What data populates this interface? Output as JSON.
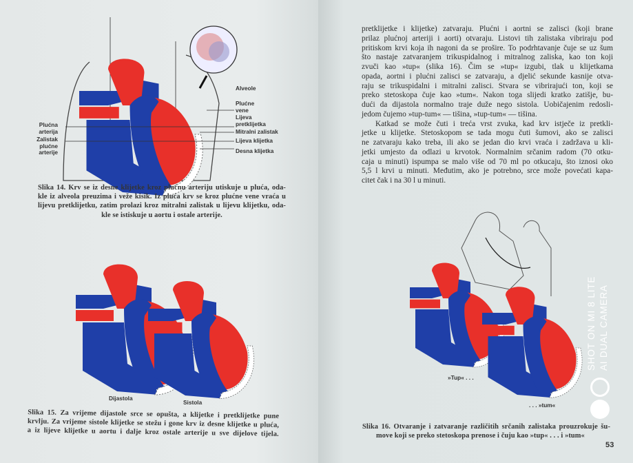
{
  "left_page": {
    "figure14": {
      "labels_left": [
        "Plućna arterija",
        "Zalistak plućne arterije"
      ],
      "labels_right": [
        "Alveole",
        "Plućne vene",
        "Lijeva pretklijetka",
        "Mitralni zalistak",
        "Lijeva klijetka",
        "Desna klijetka"
      ],
      "caption_lines": [
        "Slika 14. Krv se iz desne klijetke kroz plućnu arteriju utiskuje u pluća, oda-",
        "kle iz alveola preuzima i veže kisik. Iz pluća krv se kroz plućne vene vraća u",
        "lijevu pretklijetku, zatim prolazi kroz mitralni zalistak u lijevu klijetku, oda-",
        "kle se istiskuje u aortu i ostale arterije."
      ]
    },
    "figure15": {
      "labels": [
        "Dijastola",
        "Sistola"
      ],
      "caption_lines": [
        "Slika 15. Za vrijeme dijastole srce se opušta, a klijetke i pretklijetke pune",
        "krvlju. Za vrijeme sistole klijetke se stežu i gone krv iz desne klijetke u pluća,",
        "a iz lijeve klijetke u aortu i dalje kroz ostale arterije u sve dijelove tijela."
      ]
    }
  },
  "right_page": {
    "paragraph1": [
      "pretklijetke i klijetke) zatvaraju. Plućni i aortni se zalisci (koji brane",
      "prilaz plućnoj arteriji i aorti) otvaraju. Listovi tih zalistaka vibriraju pod",
      "pritiskom krvi koja ih nagoni da se prošire. To podrhtavanje čuje se uz šum",
      "što nastaje zatvaranjem trikuspidalnog i mitralnog zaliska, kao ton koji",
      "zvuči kao »tup« (slika 16). Čim se »tup« izgubi, tlak u klijetkama",
      "opada, aortni i plućni zalisci se zatvaraju, a djelić sekunde kasnije otva-",
      "raju se trikuspidalni i mitralni zalisci. Stvara se vibrirajući ton, koji se",
      "preko stetoskopa čuje kao »tum«. Nakon toga slijedi kratko zatišje, bu-",
      "dući da dijastola normalno traje duže nego sistola. Uobičajenim redosli-",
      "jedom čujemo »tup-tum« — tišina, »tup-tum« — tišina."
    ],
    "paragraph2": [
      "Katkad se može čuti i treća vrst zvuka, kad krv istječe iz pretkli-",
      "jetke u klijetke. Stetoskopom se tada mogu čuti šumovi, ako se zalisci",
      "ne zatvaraju kako treba, ili ako se jedan dio krvi vraća i zadržava u kli-",
      "jetki umjesto da odlazi u krvotok. Normalnim srčanim radom (70 otku-",
      "caja u minuti) ispumpa se malo više od 70 ml po otkucaju, što iznosi oko",
      "5,5 l krvi u minuti. Međutim, ako je potrebno, srce može povećati kapa-",
      "citet čak i na 30 l u minuti."
    ],
    "figure16": {
      "labels": [
        "»Tup« . . .",
        ". . . »tum«"
      ],
      "caption_lines": [
        "Slika 16. Otvaranje i zatvaranje različitih srčanih zalistaka prouzrokuje šu-",
        "move koji se preko stetoskopa prenose i čuju kao »tup« . . . i »tum«"
      ]
    },
    "page_number": "53"
  },
  "watermark": [
    "SHOT ON MI 8 LITE",
    "AI DUAL CAMERA"
  ],
  "colors": {
    "red": "#e8302a",
    "blue": "#1f3fa8",
    "paper": "#e4e8e8"
  }
}
